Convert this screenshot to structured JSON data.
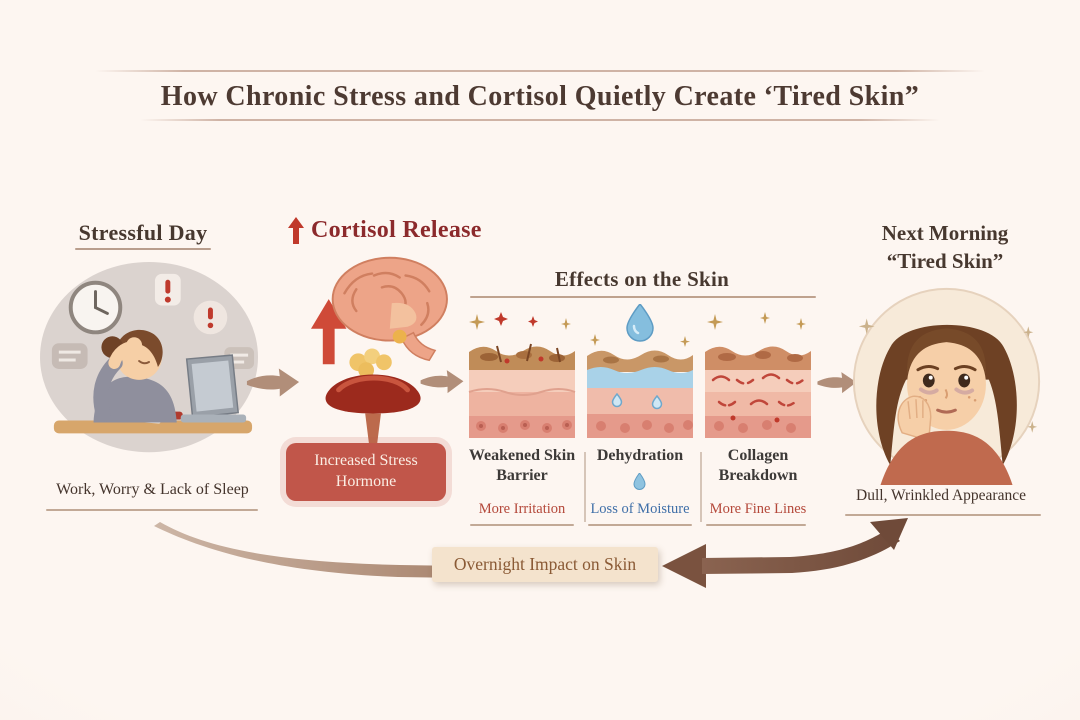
{
  "title": "How Chronic Stress and Cortisol Quietly Create ‘Tired Skin”",
  "stressful_day": {
    "heading": "Stressful Day",
    "caption": "Work, Worry & Lack of Sleep"
  },
  "cortisol": {
    "heading": "Cortisol Release",
    "badge": "Increased Stress Hormone"
  },
  "effects": {
    "heading": "Effects on the Skin",
    "panels": [
      {
        "title": "Weakened Skin Barrier",
        "subtitle": "More Irritation"
      },
      {
        "title": "Dehydration",
        "subtitle": "Loss of Moisture"
      },
      {
        "title": "Collagen Breakdown",
        "subtitle": "More Fine Lines"
      }
    ]
  },
  "next_morning": {
    "heading_line1": "Next Morning",
    "heading_line2": "“Tired Skin”",
    "caption": "Dull, Wrinkled Appearance"
  },
  "banner": {
    "label": "Overnight Impact on Skin"
  },
  "colors": {
    "accent_red": "#8c2a2c",
    "badge_bg": "#c1564a",
    "irritation_text": "#b4483a",
    "moisture_text": "#3f6fa8",
    "fine_lines_text": "#b4483a",
    "flow_arrow": "#b18e79",
    "background": "#fdf6f1"
  }
}
